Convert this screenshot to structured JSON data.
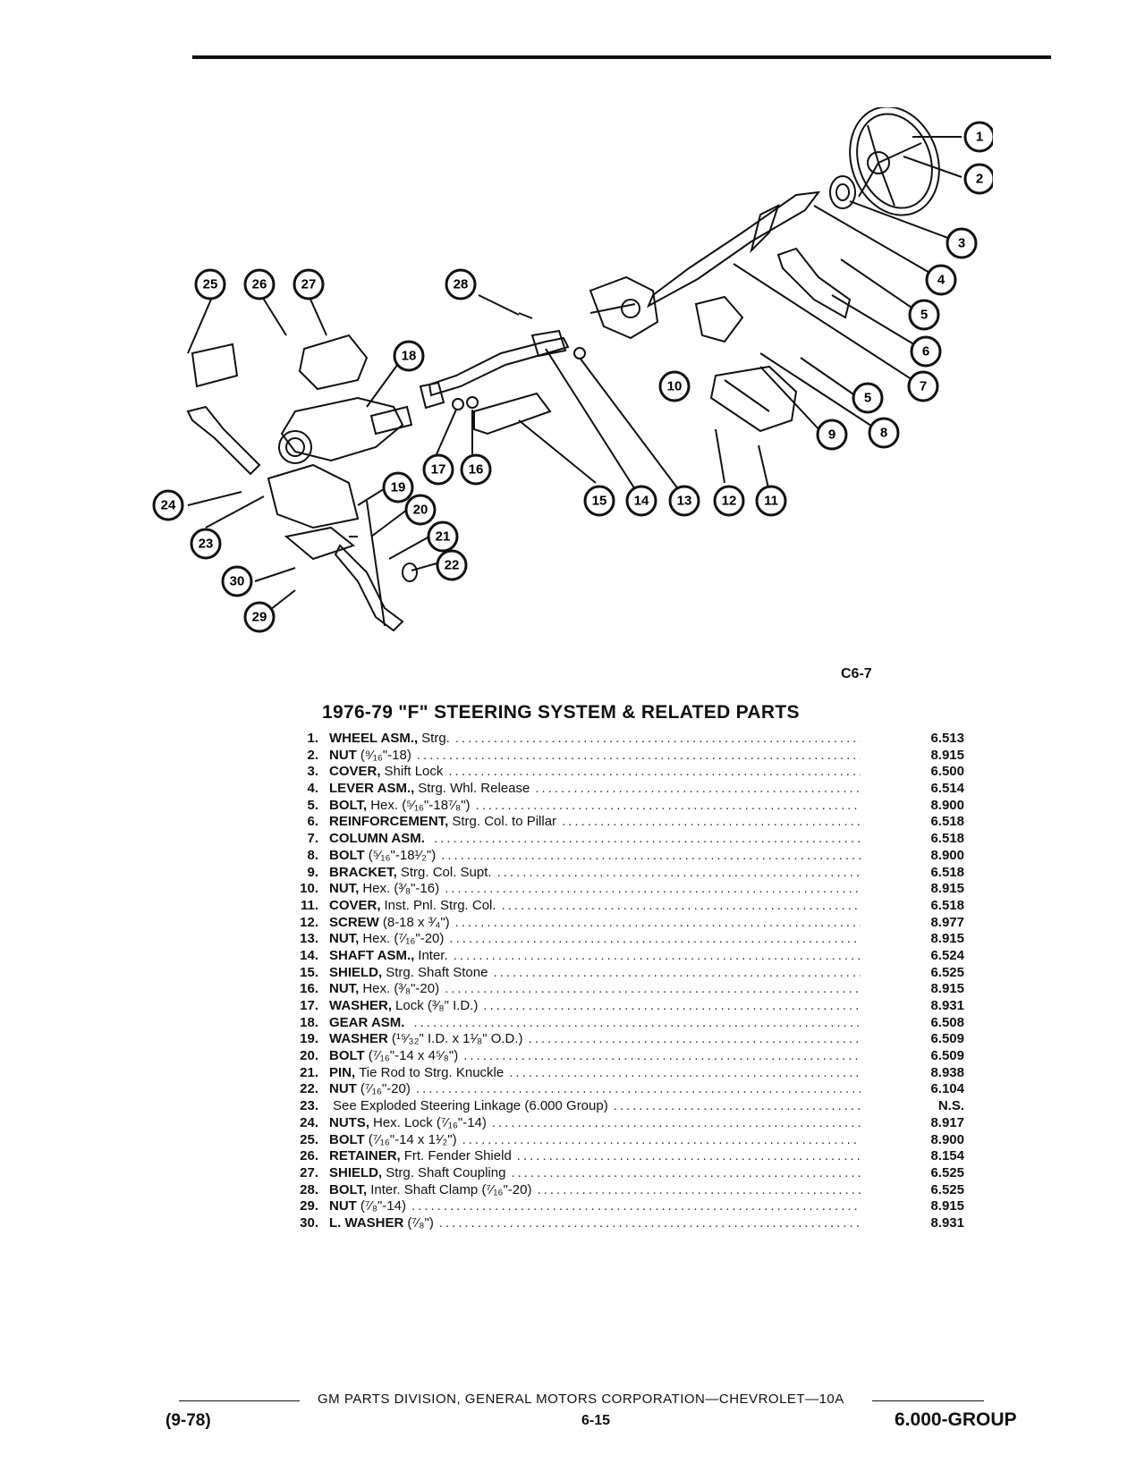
{
  "diagram": {
    "code": "C6-7",
    "callouts": [
      "1",
      "2",
      "3",
      "4",
      "5",
      "6",
      "7",
      "8",
      "9",
      "10",
      "11",
      "12",
      "13",
      "14",
      "15",
      "16",
      "17",
      "18",
      "19",
      "20",
      "21",
      "22",
      "23",
      "24",
      "25",
      "26",
      "27",
      "28",
      "29",
      "30",
      "5"
    ]
  },
  "caption": "1976-79 \"F\" STEERING SYSTEM & RELATED PARTS",
  "parts": [
    {
      "num": "1.",
      "name": "WHEEL ASM.,",
      "desc": "Strg.",
      "code": "6.513"
    },
    {
      "num": "2.",
      "name": "NUT",
      "desc": "(⁹⁄₁₆\"-18)",
      "code": "8.915"
    },
    {
      "num": "3.",
      "name": "COVER,",
      "desc": "Shift Lock",
      "code": "6.500"
    },
    {
      "num": "4.",
      "name": "LEVER ASM.,",
      "desc": "Strg. Whl. Release",
      "code": "6.514"
    },
    {
      "num": "5.",
      "name": "BOLT,",
      "desc": "Hex. (⁵⁄₁₆\"-18⁷⁄₈\")",
      "code": "8.900"
    },
    {
      "num": "6.",
      "name": "REINFORCEMENT,",
      "desc": "Strg. Col. to Pillar",
      "code": "6.518"
    },
    {
      "num": "7.",
      "name": "COLUMN ASM.",
      "desc": "",
      "code": "6.518"
    },
    {
      "num": "8.",
      "name": "BOLT",
      "desc": "(⁵⁄₁₆\"-18¹⁄₂\")",
      "code": "8.900"
    },
    {
      "num": "9.",
      "name": "BRACKET,",
      "desc": "Strg. Col. Supt.",
      "code": "6.518"
    },
    {
      "num": "10.",
      "name": "NUT,",
      "desc": "Hex. (³⁄₈\"-16)",
      "code": "8.915"
    },
    {
      "num": "11.",
      "name": "COVER,",
      "desc": "Inst. Pnl. Strg. Col.",
      "code": "6.518"
    },
    {
      "num": "12.",
      "name": "SCREW",
      "desc": "(8-18 x ³⁄₄\")",
      "code": "8.977"
    },
    {
      "num": "13.",
      "name": "NUT,",
      "desc": "Hex. (⁷⁄₁₆\"-20)",
      "code": "8.915"
    },
    {
      "num": "14.",
      "name": "SHAFT ASM.,",
      "desc": "Inter.",
      "code": "6.524"
    },
    {
      "num": "15.",
      "name": "SHIELD,",
      "desc": "Strg. Shaft Stone",
      "code": "6.525"
    },
    {
      "num": "16.",
      "name": "NUT,",
      "desc": "Hex. (³⁄₈\"-20)",
      "code": "8.915"
    },
    {
      "num": "17.",
      "name": "WASHER,",
      "desc": "Lock (³⁄₈\" I.D.)",
      "code": "8.931"
    },
    {
      "num": "18.",
      "name": "GEAR ASM.",
      "desc": "",
      "code": "6.508"
    },
    {
      "num": "19.",
      "name": "WASHER",
      "desc": "(¹⁵⁄₃₂\" I.D. x 1¹⁄₈\" O.D.)",
      "code": "6.509"
    },
    {
      "num": "20.",
      "name": "BOLT",
      "desc": "(⁷⁄₁₆\"-14 x 4⁵⁄₈\")",
      "code": "6.509"
    },
    {
      "num": "21.",
      "name": "PIN,",
      "desc": "Tie Rod to Strg. Knuckle",
      "code": "8.938"
    },
    {
      "num": "22.",
      "name": "NUT",
      "desc": "(⁷⁄₁₆\"-20)",
      "code": "6.104"
    },
    {
      "num": "23.",
      "name": "",
      "desc": "See Exploded Steering Linkage (6.000 Group)",
      "code": "N.S."
    },
    {
      "num": "24.",
      "name": "NUTS,",
      "desc": "Hex. Lock (⁷⁄₁₆\"-14)",
      "code": "8.917"
    },
    {
      "num": "25.",
      "name": "BOLT",
      "desc": "(⁷⁄₁₆\"-14 x 1¹⁄₂\")",
      "code": "8.900"
    },
    {
      "num": "26.",
      "name": "RETAINER,",
      "desc": "Frt. Fender Shield",
      "code": "8.154"
    },
    {
      "num": "27.",
      "name": "SHIELD,",
      "desc": "Strg. Shaft Coupling",
      "code": "6.525"
    },
    {
      "num": "28.",
      "name": "BOLT,",
      "desc": "Inter. Shaft Clamp (⁷⁄₁₆\"-20)",
      "code": "6.525"
    },
    {
      "num": "29.",
      "name": "NUT",
      "desc": "(⁷⁄₈\"-14)",
      "code": "8.915"
    },
    {
      "num": "30.",
      "name": "L. WASHER",
      "desc": "(⁷⁄₈\")",
      "code": "8.931"
    }
  ],
  "footer": {
    "line": "GM PARTS DIVISION, GENERAL MOTORS CORPORATION—CHEVROLET—10A",
    "date": "(9-78)",
    "page": "6-15",
    "group": "6.000-GROUP"
  }
}
